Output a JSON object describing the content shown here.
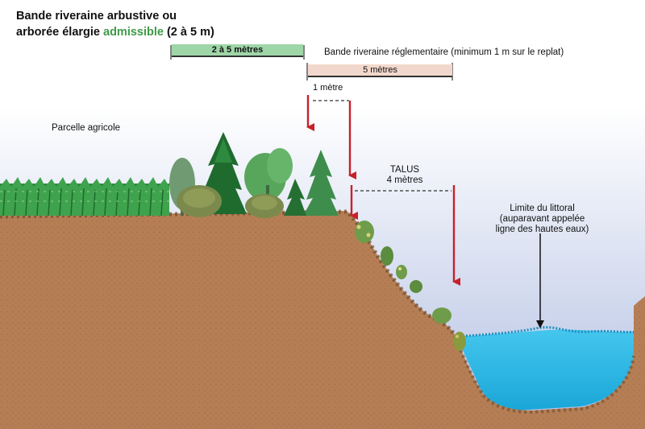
{
  "title": {
    "line1": "Bande riveraine arbustive ou",
    "line2_prefix": "arborée élargie ",
    "line2_accent": "admissible",
    "line2_suffix": " (2 à 5 m)"
  },
  "colors": {
    "sky_top": "#ffffff",
    "sky_bottom": "#b3c0e3",
    "soil": "#b57e55",
    "soil_dark": "#6e4a2c",
    "water": "#29b8e6",
    "arrow_red": "#c8202a",
    "accent_green": "#3f9a48",
    "bar_green": "#9fd6a8",
    "bar_pink": "#f2d8cc"
  },
  "labels": {
    "bar_2_5": "2 à 5 mètres",
    "bar_5": "5 mètres",
    "regulatory_band": "Bande riveraine réglementaire (minimum 1 m sur le replat)",
    "one_meter": "1 mètre",
    "agricultural_plot": "Parcelle agricole",
    "talus_title": "TALUS",
    "talus_value": "4 mètres",
    "littoral_line1": "Limite du littoral",
    "littoral_line2": "(auparavant appelée",
    "littoral_line3": "ligne des hautes eaux)"
  }
}
